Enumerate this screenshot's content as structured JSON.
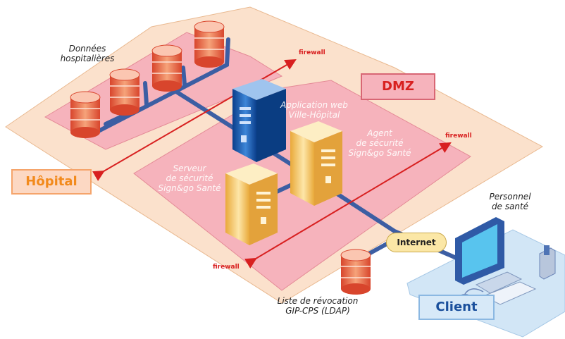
{
  "zones": {
    "hospital": "Hôpital",
    "dmz": "DMZ",
    "client": "Client"
  },
  "firewalls": [
    "firewall",
    "firewall",
    "firewall"
  ],
  "labels": {
    "hospital_data": [
      "Données",
      "hospitalières"
    ],
    "webapp": [
      "Application web",
      "Ville-Hôpital"
    ],
    "agent": [
      "Agent",
      "de sécurité",
      "Sign&go Santé"
    ],
    "server": [
      "Serveur",
      "de sécurité",
      "Sign&go Santé"
    ],
    "staff": [
      "Personnel",
      "de santé"
    ],
    "revocation": [
      "Liste de révocation",
      "GIP-CPS (LDAP)"
    ],
    "internet": "Internet"
  },
  "colors": {
    "hospital_zone": "#fbe1cc",
    "dmz_zone": "#f6b3bc",
    "client_zone": "#d2e6f6",
    "network_line": "#3c5ea3",
    "firewall": "#d82020",
    "zone_label_hospital": "#f28a1c",
    "zone_label_dmz": "#d82020",
    "zone_label_client": "#1a4f9c"
  }
}
